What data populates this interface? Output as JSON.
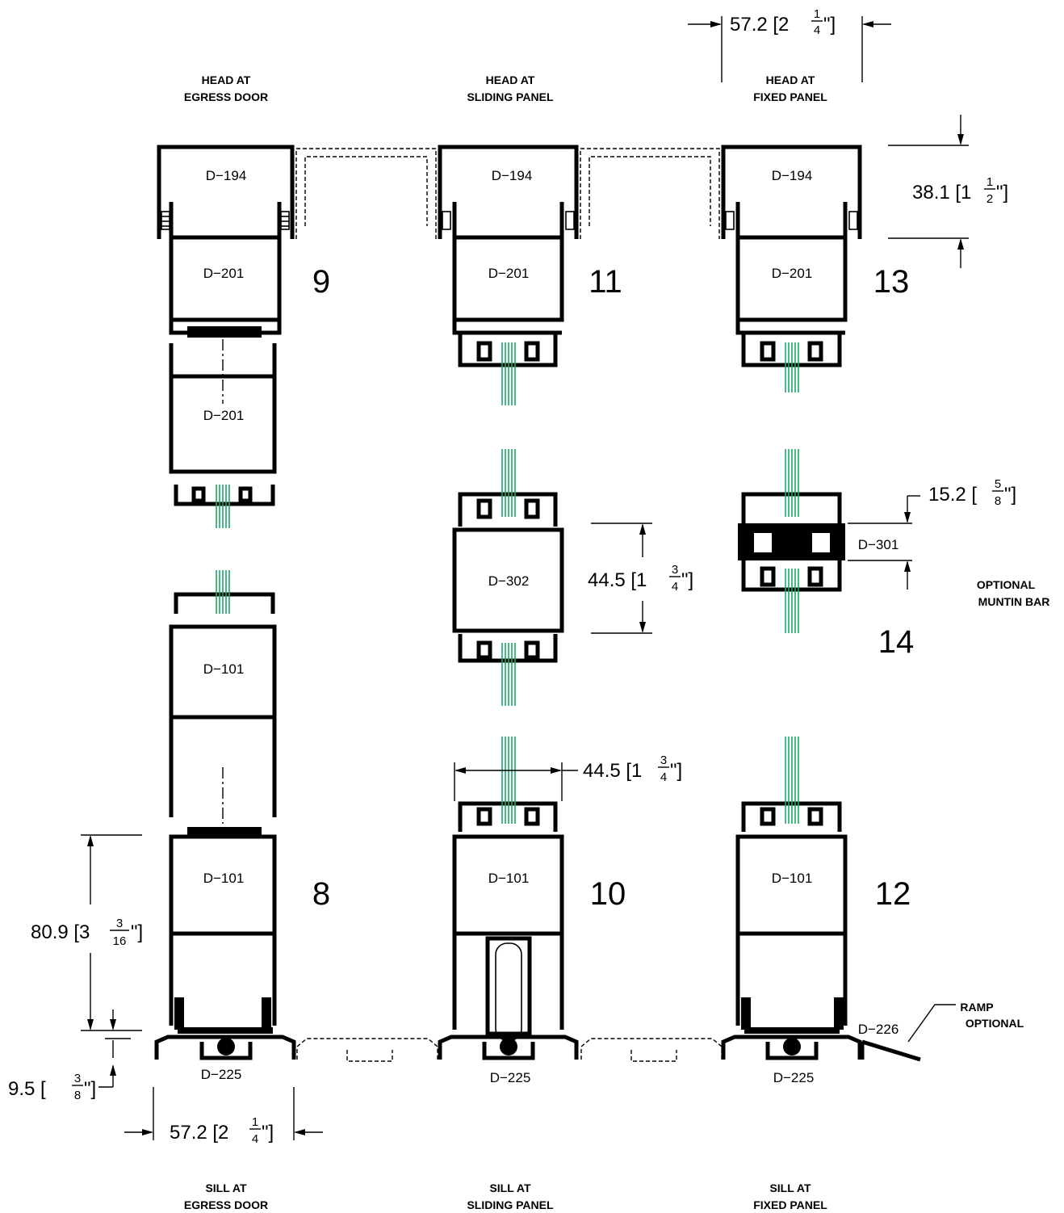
{
  "headers": {
    "head_egress": [
      "HEAD AT",
      "EGRESS DOOR"
    ],
    "head_sliding": [
      "HEAD AT",
      "SLIDING PANEL"
    ],
    "head_fixed": [
      "HEAD AT",
      "FIXED PANEL"
    ],
    "sill_egress": [
      "SILL AT",
      "EGRESS DOOR"
    ],
    "sill_sliding": [
      "SILL AT",
      "SLIDING PANEL"
    ],
    "sill_fixed": [
      "SILL AT",
      "FIXED PANEL"
    ],
    "optional_muntin": [
      "OPTIONAL",
      "MUNTIN BAR"
    ],
    "ramp_optional": [
      "RAMP",
      "OPTIONAL"
    ]
  },
  "parts": {
    "head": "D−194",
    "rail_top": "D−201",
    "rail_bottom": "D−101",
    "muntin_sliding": "D−302",
    "muntin_fixed": "D−301",
    "sill": "D−225",
    "ramp": "D−226"
  },
  "detail_numbers": {
    "d8": "8",
    "d9": "9",
    "d10": "10",
    "d11": "11",
    "d12": "12",
    "d13": "13",
    "d14": "14"
  },
  "dimensions": {
    "top_width": {
      "whole": "57.2 [2",
      "num": "1",
      "den": "4",
      "tail": "\"]"
    },
    "head_height": {
      "whole": "38.1 [1",
      "num": "1",
      "den": "2",
      "tail": "\"]"
    },
    "muntin_fixed_height": {
      "whole": "15.2 [",
      "num": "5",
      "den": "8",
      "tail": "\"]"
    },
    "muntin_sliding_height": {
      "whole": "44.5 [1",
      "num": "3",
      "den": "4",
      "tail": "\"]"
    },
    "sliding_width": {
      "whole": "44.5 [1",
      "num": "3",
      "den": "4",
      "tail": "\"]"
    },
    "rail_height": {
      "whole": "80.9 [3",
      "num": "3",
      "den": "16",
      "tail": "\"]"
    },
    "sill_offset": {
      "whole": "9.5 [",
      "num": "3",
      "den": "8",
      "tail": "\"]"
    },
    "bottom_width": {
      "whole": "57.2 [2",
      "num": "1",
      "den": "4",
      "tail": "\"]"
    }
  },
  "colors": {
    "line": "#000000",
    "glass": "#1aa865",
    "background": "#ffffff"
  }
}
